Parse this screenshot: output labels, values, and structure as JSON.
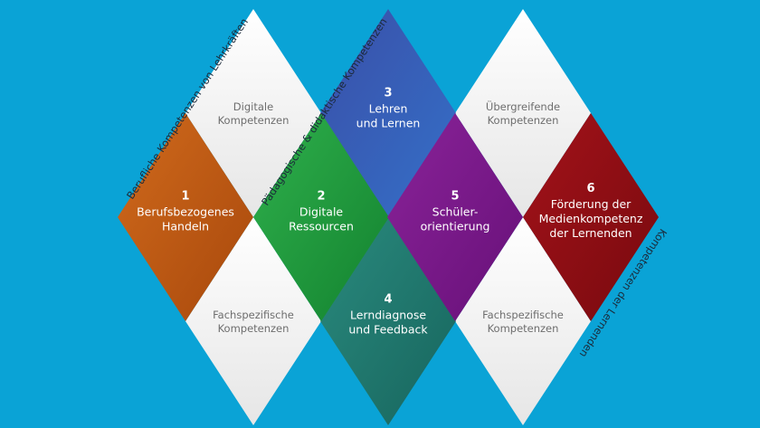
{
  "colors": {
    "background": "#0aa3d6",
    "area1": "#c05a14",
    "area2": "#1f9a3e",
    "area3": "#3a5db8",
    "area4": "#1f7a70",
    "area5": "#7b1a8c",
    "area6": "#8e0d12",
    "white_diamond": "#f2f2f2"
  },
  "competence_areas": [
    {
      "number": "1",
      "label": "Berufsbezogenes\nHandeln"
    },
    {
      "number": "2",
      "label": "Digitale\nRessourcen"
    },
    {
      "number": "3",
      "label": "Lehren\nund Lernen"
    },
    {
      "number": "4",
      "label": "Lerndiagnose\nund Feedback"
    },
    {
      "number": "5",
      "label": "Schüler-\norientierung"
    },
    {
      "number": "6",
      "label": "Förderung der\nMedienkompetenz\nder Lernenden"
    }
  ],
  "white_diamonds": [
    {
      "label": "Digitale\nKompetenzen"
    },
    {
      "label": "Fachspezifische\nKompetenzen"
    },
    {
      "label": "Übergreifende\nKompetenzen"
    },
    {
      "label": "Fachspezifische\nKompetenzen"
    }
  ],
  "side_labels": {
    "left": "Berufliche Kompetenzen von Lehrkräften",
    "middle": "Pädagogische & didaktische Kompetenzen",
    "right": "Kompetenzen der Lernenden"
  }
}
